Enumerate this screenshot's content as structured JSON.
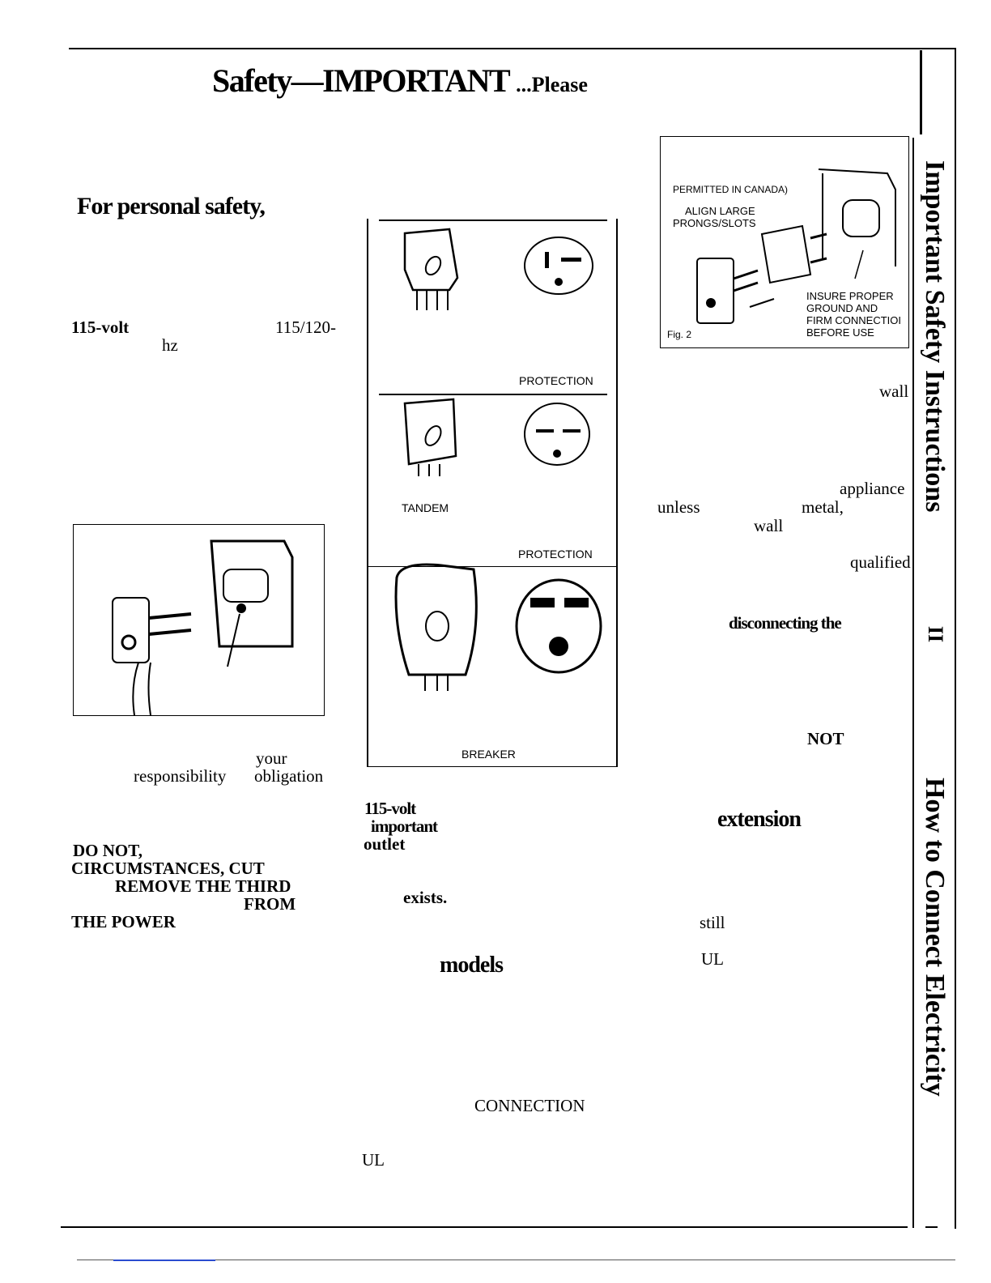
{
  "title": {
    "main": "Safety—IMPORTANT",
    "suffix": "...Please"
  },
  "left": {
    "heading": "For personal safety,",
    "f1": "115-volt",
    "f2": "115/120-",
    "f3": "hz",
    "f4": "your",
    "f5": "responsibility",
    "f6": "obligation",
    "warn": [
      "DO NOT,",
      "CIRCUMSTANCES, CUT",
      "REMOVE THE THIRD",
      "FROM",
      "THE POWER"
    ]
  },
  "middle": {
    "labels": [
      "PROTECTION",
      "TANDEM",
      "PROTECTION",
      "BREAKER"
    ],
    "f1": "115-volt",
    "f2": "important",
    "f3": "outlet",
    "f4": "exists.",
    "f5": "models",
    "f6": "CONNECTION",
    "f7": "UL"
  },
  "fig2": {
    "l1": "PERMITTED IN CANADA)",
    "l2": "ALIGN LARGE",
    "l3": "PRONGS/SLOTS",
    "l4": "INSURE PROPER",
    "l5": "GROUND AND",
    "l6": "FIRM CONNECTIOI",
    "l7": "BEFORE USE",
    "caption": "Fig. 2"
  },
  "right": {
    "f1": "wall",
    "f2": "appliance",
    "f3": "unless",
    "f4": "metal,",
    "f5": "wall",
    "f6": "qualified",
    "f7": "disconnecting the",
    "f8": "NOT",
    "f9": "extension",
    "f10": "still",
    "f11": "UL"
  },
  "sidebar": {
    "section1": "Important Safety Instructions",
    "marker": "II",
    "section2": "How to Connect Electricity"
  }
}
